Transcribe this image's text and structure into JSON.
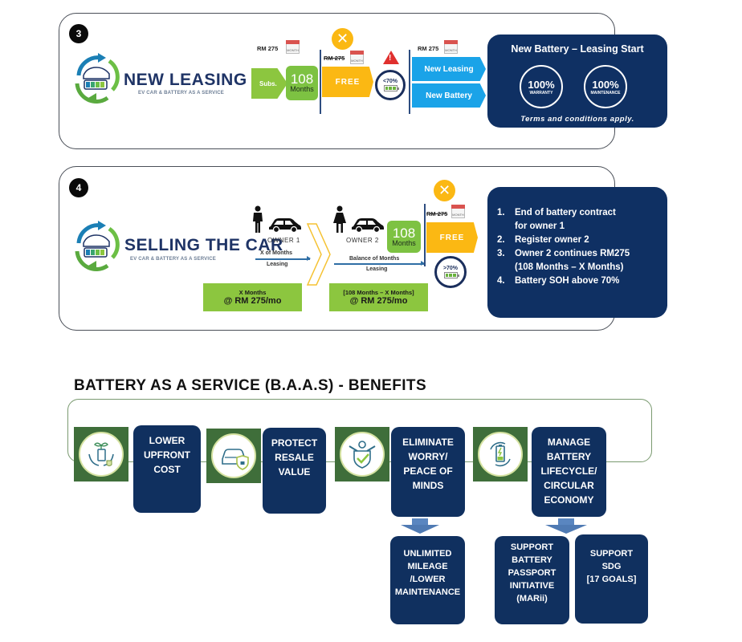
{
  "card3": {
    "badge": "3",
    "title": "NEW LEASING",
    "subtitle": "EV CAR & BATTERY AS A SERVICE",
    "price1": "RM 275",
    "calendar_label": "MONTH",
    "subs_label": "Subs.",
    "months_value": "108",
    "months_label": "Months",
    "price_struck": "RM 275",
    "free_label": "FREE",
    "x_icon": "✕",
    "warning_icon": "!",
    "soh_label": "<70%",
    "price2": "RM 275",
    "new_leasing": "New Leasing",
    "new_battery": "New Battery",
    "panel": {
      "title": "New Battery – Leasing Start",
      "ring1_value": "100%",
      "ring1_label": "WARRANTY",
      "ring2_value": "100%",
      "ring2_label": "MAINTENANCE",
      "footer": "Terms and conditions apply."
    }
  },
  "card4": {
    "badge": "4",
    "title": "SELLING THE CAR",
    "subtitle": "EV CAR & BATTERY AS A SERVICE",
    "owner1": "OWNER 1",
    "owner2": "OWNER 2",
    "flow1_line1": "X of Months",
    "flow1_line2": "Leasing",
    "flow2_line1": "Balance of Months",
    "flow2_line2": "Leasing",
    "months_value": "108",
    "months_label": "Months",
    "price_struck": "RM 275",
    "calendar_label": "MONTH",
    "free_label": "FREE",
    "x_icon": "✕",
    "soh_label": ">70%",
    "box1_top": "X Months",
    "box1_bottom": "@ RM 275/mo",
    "box2_top": "[108 Months – X Months]",
    "box2_bottom": "@ RM 275/mo",
    "steps": [
      {
        "n": "1.",
        "text": "End of battery contract"
      },
      {
        "n": "",
        "text": "for owner 1"
      },
      {
        "n": "2.",
        "text": "Register owner 2"
      },
      {
        "n": "3.",
        "text": "Owner 2 continues RM275"
      },
      {
        "n": "",
        "text": "(108 Months – X Months)"
      },
      {
        "n": "4.",
        "text": "Battery SOH above 70%"
      }
    ]
  },
  "benefits": {
    "title": "BATTERY AS A SERVICE (B.A.A.S) - BENEFITS",
    "icons": [
      "hands-plant-battery-icon",
      "car-shield-lock-icon",
      "person-shield-check-icon",
      "battery-cycle-icon"
    ],
    "items": [
      {
        "lines": [
          "LOWER",
          "UPFRONT",
          "COST"
        ]
      },
      {
        "lines": [
          "PROTECT",
          "RESALE",
          "VALUE"
        ]
      },
      {
        "lines": [
          "ELIMINATE",
          "WORRY/",
          "PEACE OF",
          "MINDS"
        ]
      },
      {
        "lines": [
          "MANAGE",
          "BATTERY",
          "LIFECYCLE/",
          "CIRCULAR",
          "ECONOMY"
        ]
      }
    ],
    "sub_items": [
      {
        "lines": [
          "UNLIMITED",
          "MILEAGE",
          "/LOWER",
          "MAINTENANCE"
        ]
      },
      {
        "lines": [
          "SUPPORT",
          "BATTERY",
          "PASSPORT",
          "INITIATIVE",
          "(MARii)"
        ]
      },
      {
        "lines": [
          "SUPPORT",
          "SDG",
          "[17 GOALS]"
        ]
      }
    ]
  },
  "colors": {
    "navy": "#0f3063",
    "green": "#8cc63f",
    "yellow": "#fbb813",
    "blue": "#1aa3e8",
    "dark_green": "#3f6e3a"
  }
}
